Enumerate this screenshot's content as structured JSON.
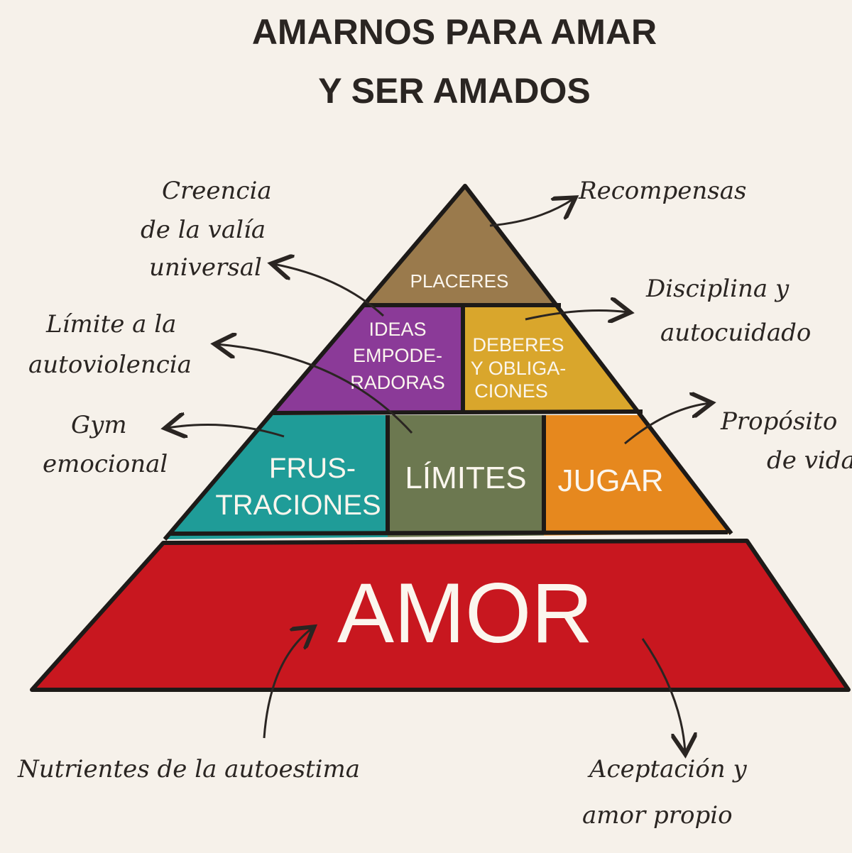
{
  "title": {
    "line1": "AMARNOS PARA AMAR",
    "line2": "Y SER AMADOS"
  },
  "tiers": {
    "placeres": "PLACERES",
    "ideas": [
      "IDEAS",
      "EMPODE-",
      "RADORAS"
    ],
    "deberes": [
      "DEBERES",
      "Y OBLIGA-",
      "CIONES"
    ],
    "frustraciones": [
      "FRUS-",
      "TRACIONES"
    ],
    "limites": "LÍMITES",
    "jugar": "JUGAR",
    "amor": "AMOR"
  },
  "annotations": {
    "creencia": [
      "Creencia",
      "de la valía",
      "universal"
    ],
    "recompensas": "Recompensas",
    "disciplina": [
      "Disciplina y",
      "autocuidado"
    ],
    "limite": [
      "Límite a la",
      "autoviolencia"
    ],
    "gym": [
      "Gym",
      "emocional"
    ],
    "proposito": [
      "Propósito",
      "de vida"
    ],
    "nutrientes": "Nutrientes de la autoestima",
    "aceptacion": [
      "Aceptación y",
      "amor propio"
    ]
  },
  "colors": {
    "background": "#f6f1ea",
    "placeres": "#9a7a4c",
    "ideas": "#8b3a98",
    "deberes": "#d9a62c",
    "frustraciones": "#1f9c98",
    "limites": "#6c7850",
    "jugar": "#e6881e",
    "amor": "#c8171f"
  }
}
